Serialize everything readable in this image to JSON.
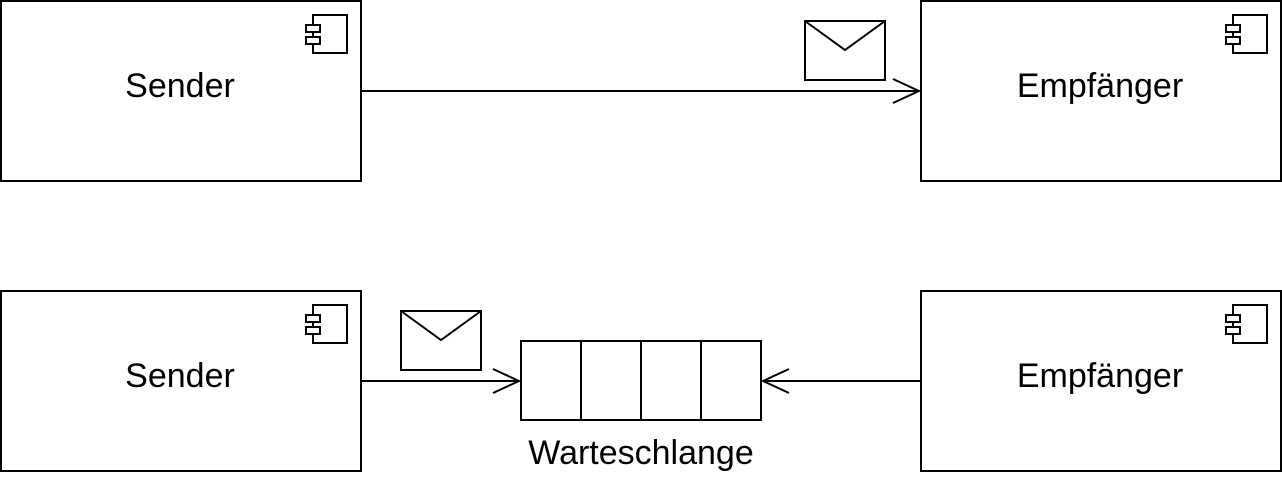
{
  "top_row": {
    "sender": {
      "label": "Sender"
    },
    "receiver": {
      "label": "Empfänger"
    }
  },
  "bottom_row": {
    "sender": {
      "label": "Sender"
    },
    "receiver": {
      "label": "Empfänger"
    },
    "queue": {
      "label": "Warteschlange",
      "slots": 4
    }
  },
  "icons": {
    "component": "uml-component-icon",
    "message": "envelope-icon"
  }
}
